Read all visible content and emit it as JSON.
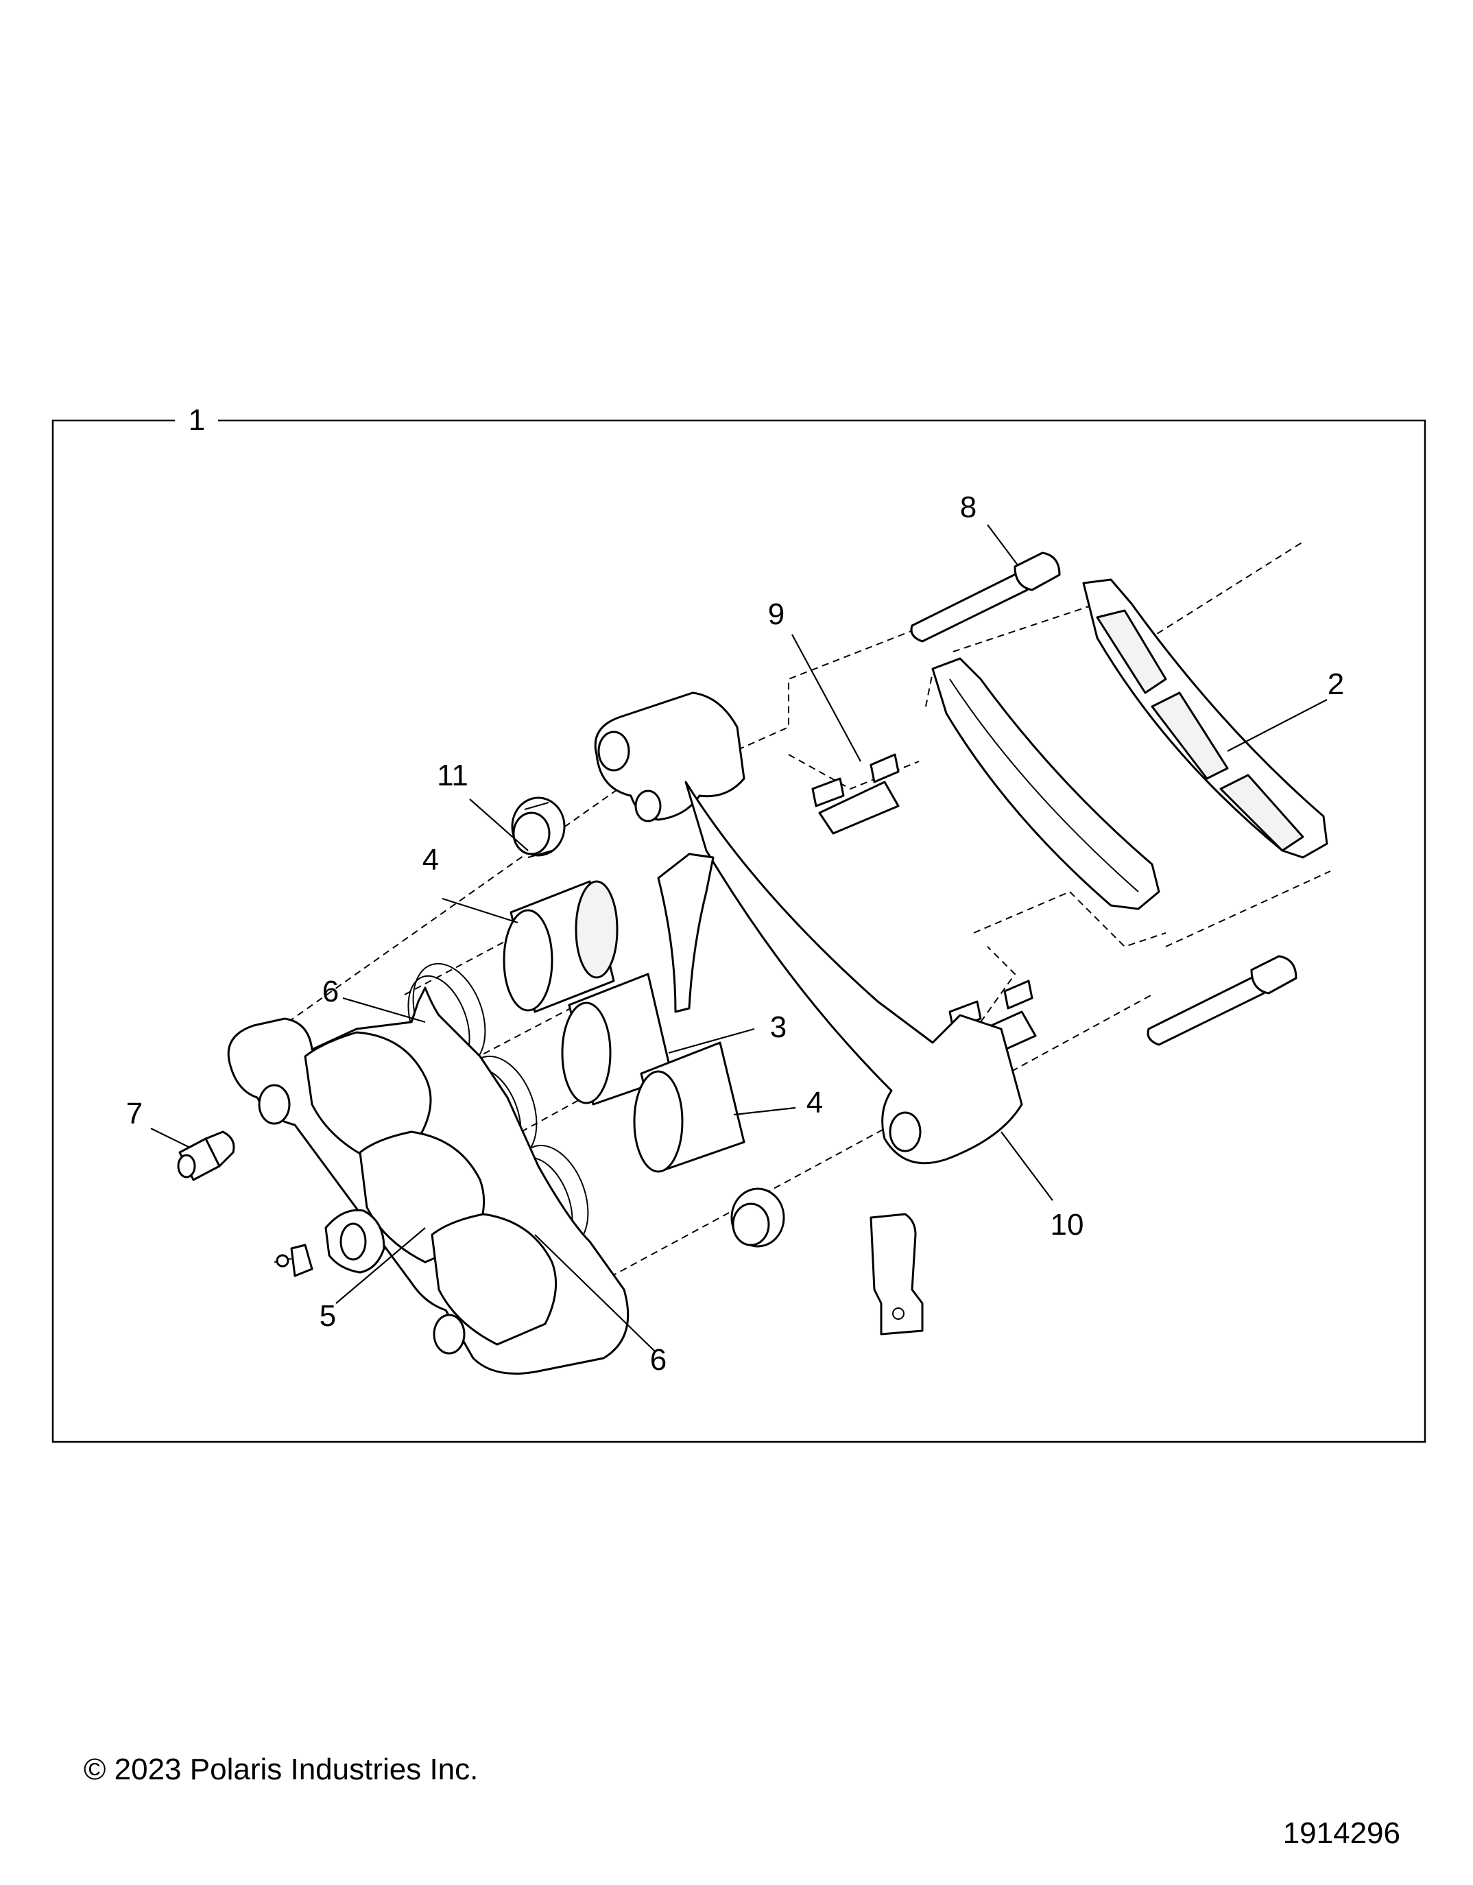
{
  "diagram": {
    "assembly_callout": "1",
    "callouts": [
      "2",
      "3",
      "4",
      "4",
      "5",
      "6",
      "6",
      "7",
      "8",
      "9",
      "10",
      "11"
    ]
  },
  "footer": {
    "copyright": "© 2023 Polaris Industries Inc.",
    "drawing_number": "1914296"
  }
}
